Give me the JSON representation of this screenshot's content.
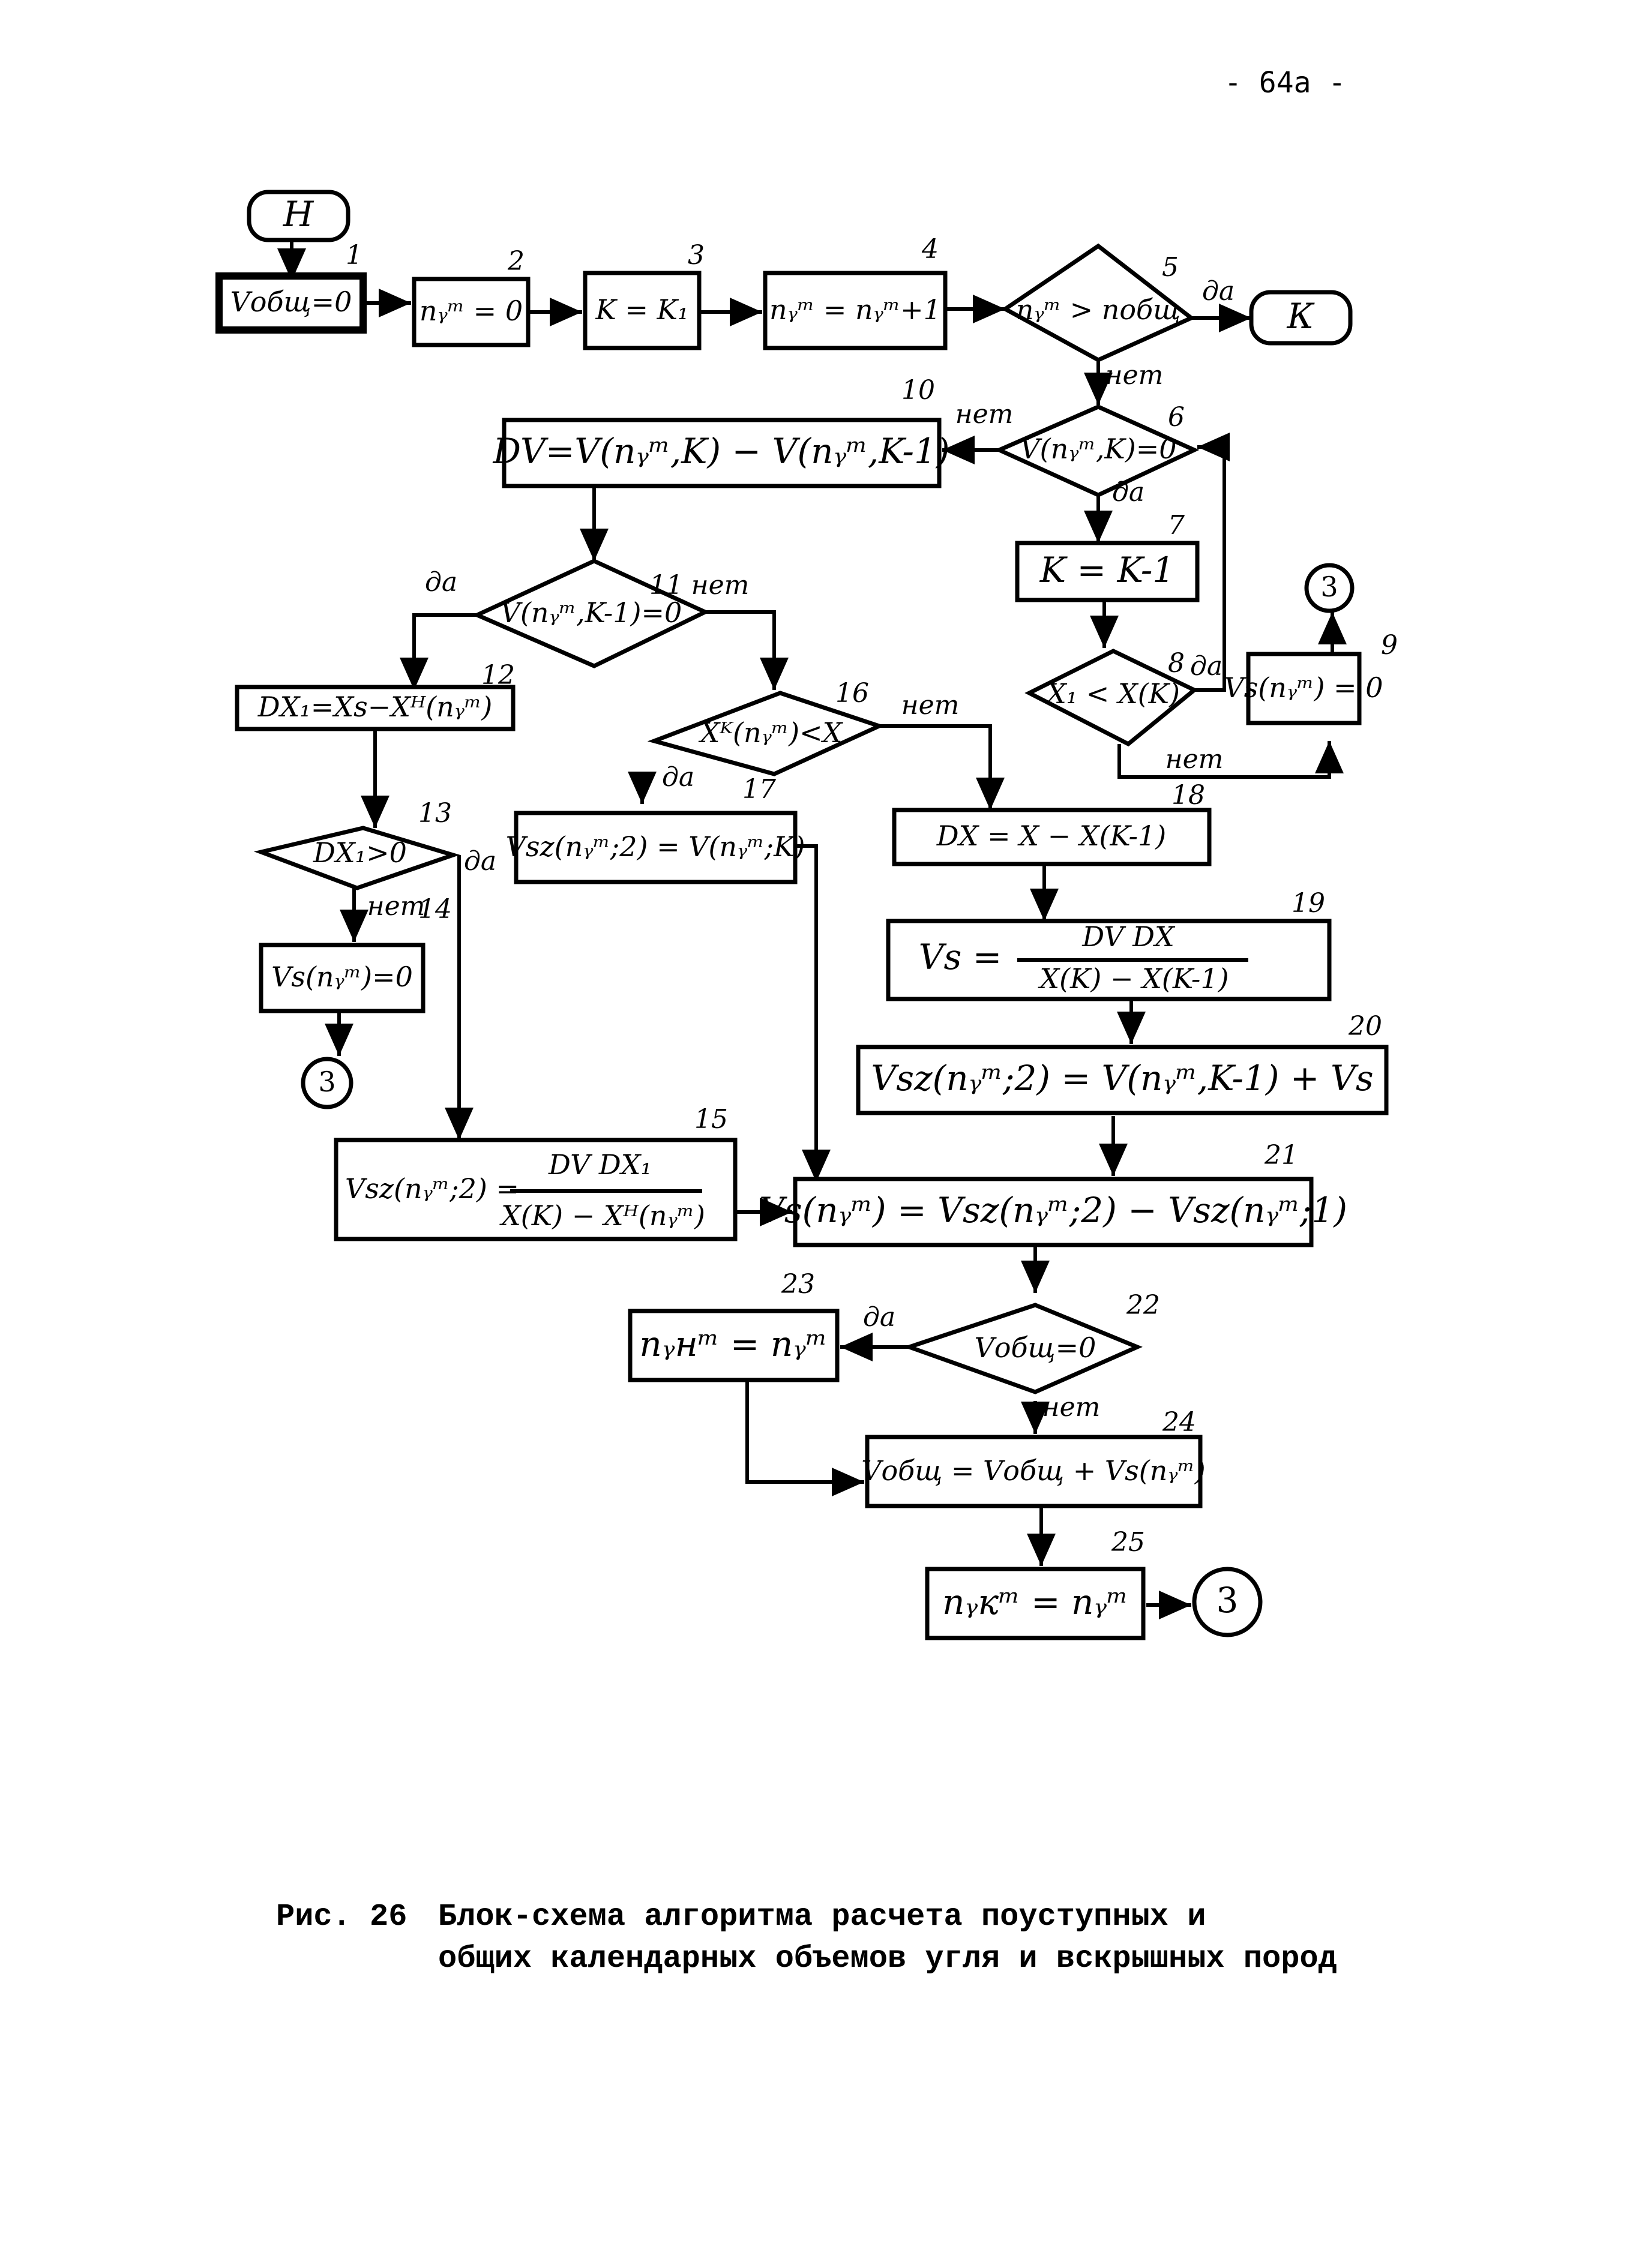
{
  "page": {
    "number": "- 64а -"
  },
  "caption": {
    "figure": "Рис. 26",
    "line1": "Блок-схема алгоритма расчета поуступных и",
    "line2": "общих календарных объемов угля и вскрышных пород"
  },
  "blocks": {
    "start": {
      "text": "Н"
    },
    "end": {
      "text": "К"
    },
    "b1": {
      "num": "1",
      "text": "Vобщ=0"
    },
    "b2": {
      "num": "2",
      "text": "nᵧᵐ = 0"
    },
    "b3": {
      "num": "3",
      "text": "K = K₁"
    },
    "b4": {
      "num": "4",
      "text": "nᵧᵐ = nᵧᵐ+1"
    },
    "b5": {
      "num": "5",
      "text": "nᵧᵐ > nобщ"
    },
    "b6": {
      "num": "6",
      "text": "V(nᵧᵐ,K)=0"
    },
    "b7": {
      "num": "7",
      "text": "K = K-1"
    },
    "b8": {
      "num": "8",
      "text": "X₁ < X(K)"
    },
    "b9": {
      "num": "9",
      "text": "Vs(nᵧᵐ) = 0"
    },
    "b10": {
      "num": "10",
      "text": "DV=V(nᵧᵐ,K) − V(nᵧᵐ,K-1)"
    },
    "b11": {
      "num": "11",
      "text": "V(nᵧᵐ,K-1)=0"
    },
    "b12": {
      "num": "12",
      "text": "DX₁=Xs−Xᴴ(nᵧᵐ)"
    },
    "b13": {
      "num": "13",
      "text": "DX₁>0"
    },
    "b14": {
      "num": "14",
      "text": "Vs(nᵧᵐ)=0"
    },
    "b15": {
      "num": "15",
      "lhs": "Vsz(nᵧᵐ;2) =",
      "numerator": "DV DX₁",
      "denominator": "X(K) − Xᴴ(nᵧᵐ)"
    },
    "b16": {
      "num": "16",
      "text": "Xᴷ(nᵧᵐ)<X"
    },
    "b17": {
      "num": "17",
      "text": "Vsz(nᵧᵐ;2) = V(nᵧᵐ;K)"
    },
    "b18": {
      "num": "18",
      "text": "DX = X − X(K-1)"
    },
    "b19": {
      "num": "19",
      "lhs": "Vs =",
      "numerator": "DV DX",
      "denominator": "X(K) − X(K-1)"
    },
    "b20": {
      "num": "20",
      "text": "Vsz(nᵧᵐ;2) = V(nᵧᵐ,K-1) + Vs"
    },
    "b21": {
      "num": "21",
      "text": "Vs(nᵧᵐ) = Vsz(nᵧᵐ;2) − Vsz(nᵧᵐ;1)"
    },
    "b22": {
      "num": "22",
      "text": "Vобщ=0"
    },
    "b23": {
      "num": "23",
      "text": "nᵧнᵐ = nᵧᵐ"
    },
    "b24": {
      "num": "24",
      "text": "Vобщ = Vобщ + Vs(nᵧᵐ)"
    },
    "b25": {
      "num": "25",
      "text": "nᵧкᵐ = nᵧᵐ"
    }
  },
  "connectors": {
    "c9": "3",
    "c14": "3",
    "c25": "3"
  },
  "branches": {
    "yes": "да",
    "no": "нет"
  }
}
